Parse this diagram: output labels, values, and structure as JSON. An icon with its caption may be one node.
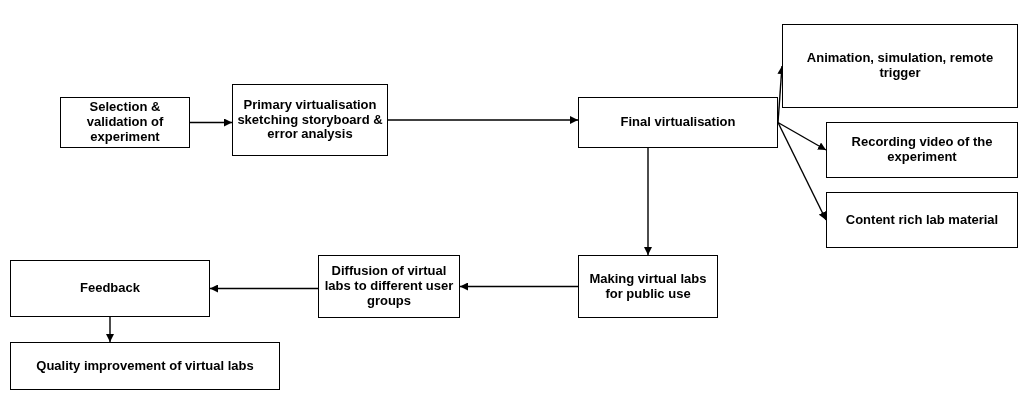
{
  "diagram": {
    "nodes": [
      {
        "text": [
          "Selection & validation of experiment"
        ]
      },
      {
        "text": [
          "Primary virtualisation sketching storyboard & error analysis"
        ]
      },
      {
        "text": [
          "Final virtualisation"
        ]
      },
      {
        "text": [
          "Animation, simulation, remote trigger"
        ]
      },
      {
        "text": [
          "Recording video of the experiment"
        ]
      },
      {
        "text": [
          "Content rich lab material"
        ]
      },
      {
        "text": [
          "Making virtual labs for public use"
        ]
      },
      {
        "text": [
          "Diffusion of virtual labs to different user groups"
        ]
      },
      {
        "text": [
          "Feedback"
        ]
      },
      {
        "text": [
          "Quality improvement of virtual labs"
        ]
      }
    ],
    "edges": [
      {
        "from": 0,
        "to": 1,
        "arrow": "to"
      },
      {
        "from": 1,
        "to": 2,
        "arrow": "to"
      },
      {
        "from": 2,
        "to": 3,
        "arrow": "to"
      },
      {
        "from": 2,
        "to": 4,
        "arrow": "to"
      },
      {
        "from": 2,
        "to": 5,
        "arrow": "to"
      },
      {
        "from": 2,
        "to": 6,
        "arrow": "to"
      },
      {
        "from": 6,
        "to": 7,
        "arrow": "to"
      },
      {
        "from": 7,
        "to": 8,
        "arrow": "to"
      },
      {
        "from": 8,
        "to": 9,
        "arrow": "to"
      }
    ]
  }
}
